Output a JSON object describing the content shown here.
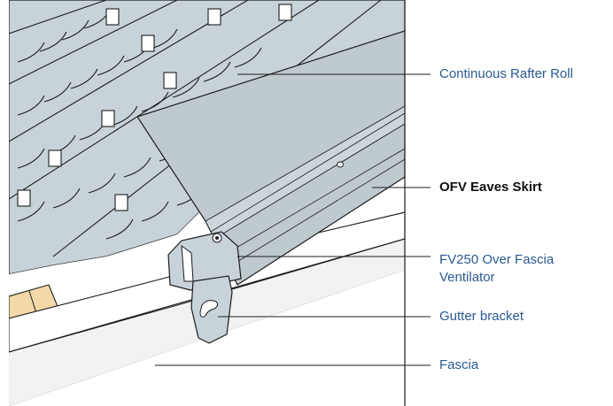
{
  "labels": {
    "rafter_roll": "Continuous Rafter Roll",
    "eaves_skirt": "OFV Eaves Skirt",
    "fascia_vent": "FV250 Over Fascia Ventilator",
    "gutter_bracket": "Gutter bracket",
    "fascia": "Fascia"
  },
  "colors": {
    "label_text": "#2a5a92",
    "label_bold": "#111111",
    "tile_fill": "#c7d3d8",
    "skirt_fill": "#bfcacf",
    "timber_fill": "#f3d9a8",
    "fascia_fill": "#f1f3f3",
    "outline": "#1c1c1c"
  }
}
